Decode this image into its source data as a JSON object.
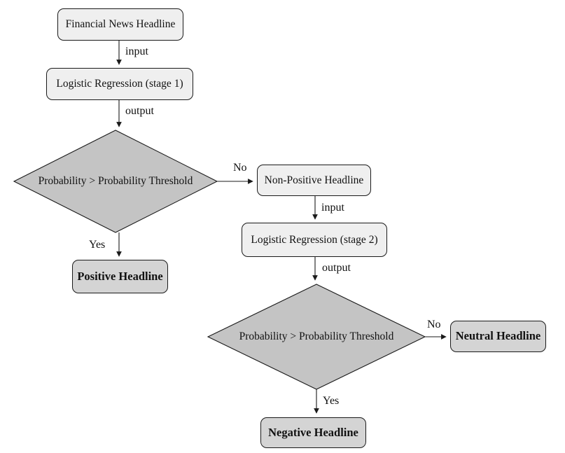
{
  "diagram": {
    "title_hint": "Two-stage logistic regression headline sentiment flowchart",
    "nodes": {
      "financial_news": {
        "label": "Financial News Headline",
        "type": "process"
      },
      "lr_stage1": {
        "label": "Logistic Regression (stage 1)",
        "type": "process"
      },
      "decision1": {
        "label": "Probability > Probability Threshold",
        "type": "decision"
      },
      "positive": {
        "label": "Positive Headline",
        "type": "result"
      },
      "non_positive": {
        "label": "Non-Positive Headline",
        "type": "process"
      },
      "lr_stage2": {
        "label": "Logistic Regression (stage 2)",
        "type": "process"
      },
      "decision2": {
        "label": "Probability > Probability Threshold",
        "type": "decision"
      },
      "neutral": {
        "label": "Neutral Headline",
        "type": "result"
      },
      "negative": {
        "label": "Negative Headline",
        "type": "result"
      }
    },
    "edge_labels": {
      "input1": "input",
      "output1": "output",
      "yes1": "Yes",
      "no1": "No",
      "input2": "input",
      "output2": "output",
      "yes2": "Yes",
      "no2": "No"
    },
    "colors": {
      "background": "#ffffff",
      "process_fill": "#efefef",
      "decision_fill": "#c4c4c4",
      "result_fill": "#d4d4d4",
      "border": "#1a1a1a"
    }
  }
}
